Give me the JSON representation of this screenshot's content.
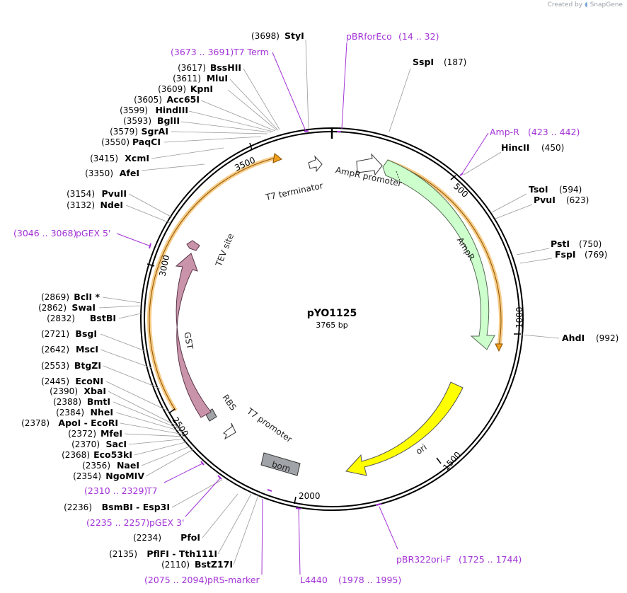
{
  "credit": {
    "prefix": "Created by",
    "brand": "SnapGene"
  },
  "plasmid": {
    "name": "pYO1125",
    "size_label": "3765 bp"
  },
  "ticks": [
    "500",
    "1000",
    "1500",
    "2000",
    "2500",
    "3000",
    "3500"
  ],
  "enzymes": [
    {
      "pos": "(3698)",
      "name": "StyI"
    },
    {
      "pos": "(187)",
      "name": "SspI"
    },
    {
      "pos": "(450)",
      "name": "HincII"
    },
    {
      "pos": "(594)",
      "name": "TsoI"
    },
    {
      "pos": "(623)",
      "name": "PvuI"
    },
    {
      "pos": "(750)",
      "name": "PstI"
    },
    {
      "pos": "(769)",
      "name": "FspI"
    },
    {
      "pos": "(992)",
      "name": "AhdI"
    },
    {
      "pos": "(3617)",
      "name": "BssHII"
    },
    {
      "pos": "(3611)",
      "name": "MluI"
    },
    {
      "pos": "(3609)",
      "name": "KpnI"
    },
    {
      "pos": "(3605)",
      "name": "Acc65I"
    },
    {
      "pos": "(3599)",
      "name": "HindIII"
    },
    {
      "pos": "(3593)",
      "name": "BglII"
    },
    {
      "pos": "(3579)",
      "name": "SgrAI"
    },
    {
      "pos": "(3550)",
      "name": "PaqCI"
    },
    {
      "pos": "(3415)",
      "name": "XcmI"
    },
    {
      "pos": "(3350)",
      "name": "AfeI"
    },
    {
      "pos": "(3154)",
      "name": "PvuII"
    },
    {
      "pos": "(3132)",
      "name": "NdeI"
    },
    {
      "pos": "(2869)",
      "name": "BclI *"
    },
    {
      "pos": "(2862)",
      "name": "SwaI"
    },
    {
      "pos": "(2832)",
      "name": "BstBI"
    },
    {
      "pos": "(2721)",
      "name": "BsgI"
    },
    {
      "pos": "(2642)",
      "name": "MscI"
    },
    {
      "pos": "(2553)",
      "name": "BtgZI"
    },
    {
      "pos": "(2445)",
      "name": "EcoNI"
    },
    {
      "pos": "(2390)",
      "name": "XbaI"
    },
    {
      "pos": "(2388)",
      "name": "BmtI"
    },
    {
      "pos": "(2384)",
      "name": "NheI"
    },
    {
      "pos": "(2378)",
      "name": "ApoI  -  EcoRI"
    },
    {
      "pos": "(2372)",
      "name": "MfeI"
    },
    {
      "pos": "(2370)",
      "name": "SacI"
    },
    {
      "pos": "(2368)",
      "name": "Eco53kI"
    },
    {
      "pos": "(2356)",
      "name": "NaeI"
    },
    {
      "pos": "(2354)",
      "name": "NgoMIV"
    },
    {
      "pos": "(2236)",
      "name": "BsmBI  -  Esp3I"
    },
    {
      "pos": "(2234)",
      "name": "PfoI"
    },
    {
      "pos": "(2135)",
      "name": "PflFI  -  Tth111I"
    },
    {
      "pos": "(2110)",
      "name": "BstZ17I"
    }
  ],
  "primers": [
    {
      "name": "pBRforEco",
      "range": "(14 .. 32)"
    },
    {
      "name": "T7 Term",
      "range": "(3673 .. 3691)"
    },
    {
      "name": "Amp-R",
      "range": "(423 .. 442)"
    },
    {
      "name": "pGEX 5'",
      "range": "(3046 .. 3068)"
    },
    {
      "name": "T7",
      "range": "(2310 .. 2329)"
    },
    {
      "name": "pGEX 3'",
      "range": "(2235 .. 2257)"
    },
    {
      "name": "pRS-marker",
      "range": "(2075 .. 2094)"
    },
    {
      "name": "L4440",
      "range": "(1978 .. 1995)"
    },
    {
      "name": "pBR322ori-F",
      "range": "(1725 .. 1744)"
    }
  ],
  "features": [
    {
      "name": "T7 terminator",
      "color": "#ffffff"
    },
    {
      "name": "AmpR promoter",
      "color": "#ffffff"
    },
    {
      "name": "AmpR",
      "color": "#ccffcc"
    },
    {
      "name": "ori",
      "color": "#ffff00"
    },
    {
      "name": "bom",
      "color": "#a0a3a8"
    },
    {
      "name": "T7 promoter",
      "color": "#ffffff"
    },
    {
      "name": "RBS",
      "color": "#a0a3a8"
    },
    {
      "name": "GST",
      "color": "#c994aa"
    },
    {
      "name": "TEV site",
      "color": "#c994aa"
    }
  ],
  "colors": {
    "primer": "#a334d6",
    "orf": "#f0a020",
    "backbone": "#000000"
  }
}
